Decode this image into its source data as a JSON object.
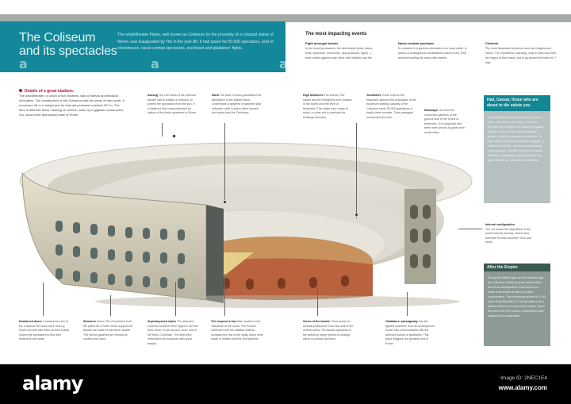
{
  "header": {
    "title_line1": "The Coliseum",
    "title_line2": "and its spectacles",
    "intro": "The amphitheater Flavio, well known as Coliseum for the proximity of a colossal statue of Nerón, was inaugurated by Tito in the year 80. It had space for 50.000 spectators, avid of chariotraces, naval combat spectacles, and beast and gladiators' fights."
  },
  "events": {
    "heading": "The most impacting events",
    "items": [
      {
        "title": "Fight amongst beasts",
        "text": "In the morning sessions, the wild beasts (lions, bears, bulls, elephants, rhinoceros, hippopotamus, tigers...) were invited against each other with hillsides and fire."
      },
      {
        "title": "Naval combat spectacle",
        "text": "It consisted in a glorious simulation of a naval battle. A labour of underground canalizations linked to the Tiber allowed flooding the arena with waters."
      },
      {
        "title": "Chariots",
        "text": "The most fascinated emperors such as Caligula and Nerón. The charioteers, standing, whip in hand and with the reigns at their waist, had to go around the track for 7 laps."
      }
    ]
  },
  "details": {
    "heading": "Details of a great stadium.",
    "text": "The amphitheater, or union of two theaters, was a Roman architectural innovation. The construction of the Coliseum took ten years of hard work. It measures 48 m in height and its external perimeter reaches 527 m. The tiers of different floors, bearing on arches, make up a gigantic construction, it is, around the well-known base of Rome."
  },
  "top_notes": [
    {
      "title": "Awning",
      "text": "The 240 struts of the external facade had to sustain a velarium, to protect the spectators from the sun. It is believed that it was extended by sailors of the fleets quartered in Rome."
    },
    {
      "title": "Sand",
      "text": "The track of sand guaranteed the absorption of the spilled blood. Underneath a labyrinth of galleries was reflected; cells in which there housed the beasts and the Christians."
    },
    {
      "title": "High bleachers",
      "text": "The women, the slaves and the foreigners were located in the fourth and fifth level of bleachers. The public were made of wood, in order not to overload the buildings structure."
    },
    {
      "title": "Vomitories",
      "text": "These exits to the bleachers allowed the evacuation of the maximum seating capacity of the Coliseum some 50.000 spectators in hardly three minutes. Their passages surrounded the tiers."
    },
    {
      "title": "Stairways",
      "text": "Left from the concentric galleries of the ground floor to the levels of bleachers. It is supposed that there were arrows to guide each social class."
    }
  ],
  "bottom_notes": [
    {
      "title": "Numbered doors",
      "text": "It measured a ten of the Coliseum 80 doors were next up. Some seventh with letter and the marks helped the spectators to find their bleachers and seats."
    },
    {
      "title": "Structure",
      "text": "Some 100 of travertine built the pillars 80 of them which support the facade are made of travertine marble. The interior galleries are formed by vaulted arch work."
    },
    {
      "title": "Superimposed styles",
      "text": "The attached columns combine three styles in the first level, doric; in the second, ionic; and in the third, Corinthian. The final level embossed the enclosure with great beauty."
    },
    {
      "title": "The emperor's box",
      "text": "Was located in the 'cathedral' to the south. The Roman noblemen and the suitable citizens occupied the rest of the seats which were made of marble until the 3rd bleacher."
    },
    {
      "title": "Zones of the beasts",
      "text": "These areas for animals positioned in the last wall of the central arena. The beasts appeared in the arena by many means of hoisting winch or pulleys and lines."
    },
    {
      "title": "Gladiators' passageway",
      "text": "Into the lightest chamber, from an underground tunnel that communicated with the annexed school of gladiators. This place Magnus, the greatest one in Rome."
    }
  ],
  "sidebar_box": {
    "heading": "Hail, Caesar, those who are about to die salute you",
    "text": "Each gladiator could be a prisoner of war, a slave, convicts or volunteers. Trained in schools, they fought in the Coliseum against beasts or even in pairs and in balanced groups, divided in prosperous sufferers. To fight, armed with net and trident or dagger, or 'retiarius of Rome' - with the corresponding heavy arsenal... Admired during the Empire, after the combats the emperor decided his grace, thumb up, or death, thumb below."
  },
  "internal": {
    "title": "Internal configuration",
    "text": "The cut shows the disposition of the portal internal porches, which were built with Roman concrete, brick and stone."
  },
  "after_box": {
    "heading": "After the Empire",
    "text": "During the Middle Ages and the Modern Age, the Coliseum suffered a great deterioration. Due to an earthquake in 1349 and to the reuse of its stones to carry out other constructions. The plundering ceased in 1749, when Pope Benedict XIV consecrated it as a sacred place in memory of the martyrs. Since the end of the XIX century, restorations have begun for its conservation."
  },
  "watermark": {
    "glyph": "a"
  },
  "footer": {
    "logo": "alamy",
    "image_id": "Image ID: 2NEC1E4",
    "site": "www.alamy.com"
  }
}
